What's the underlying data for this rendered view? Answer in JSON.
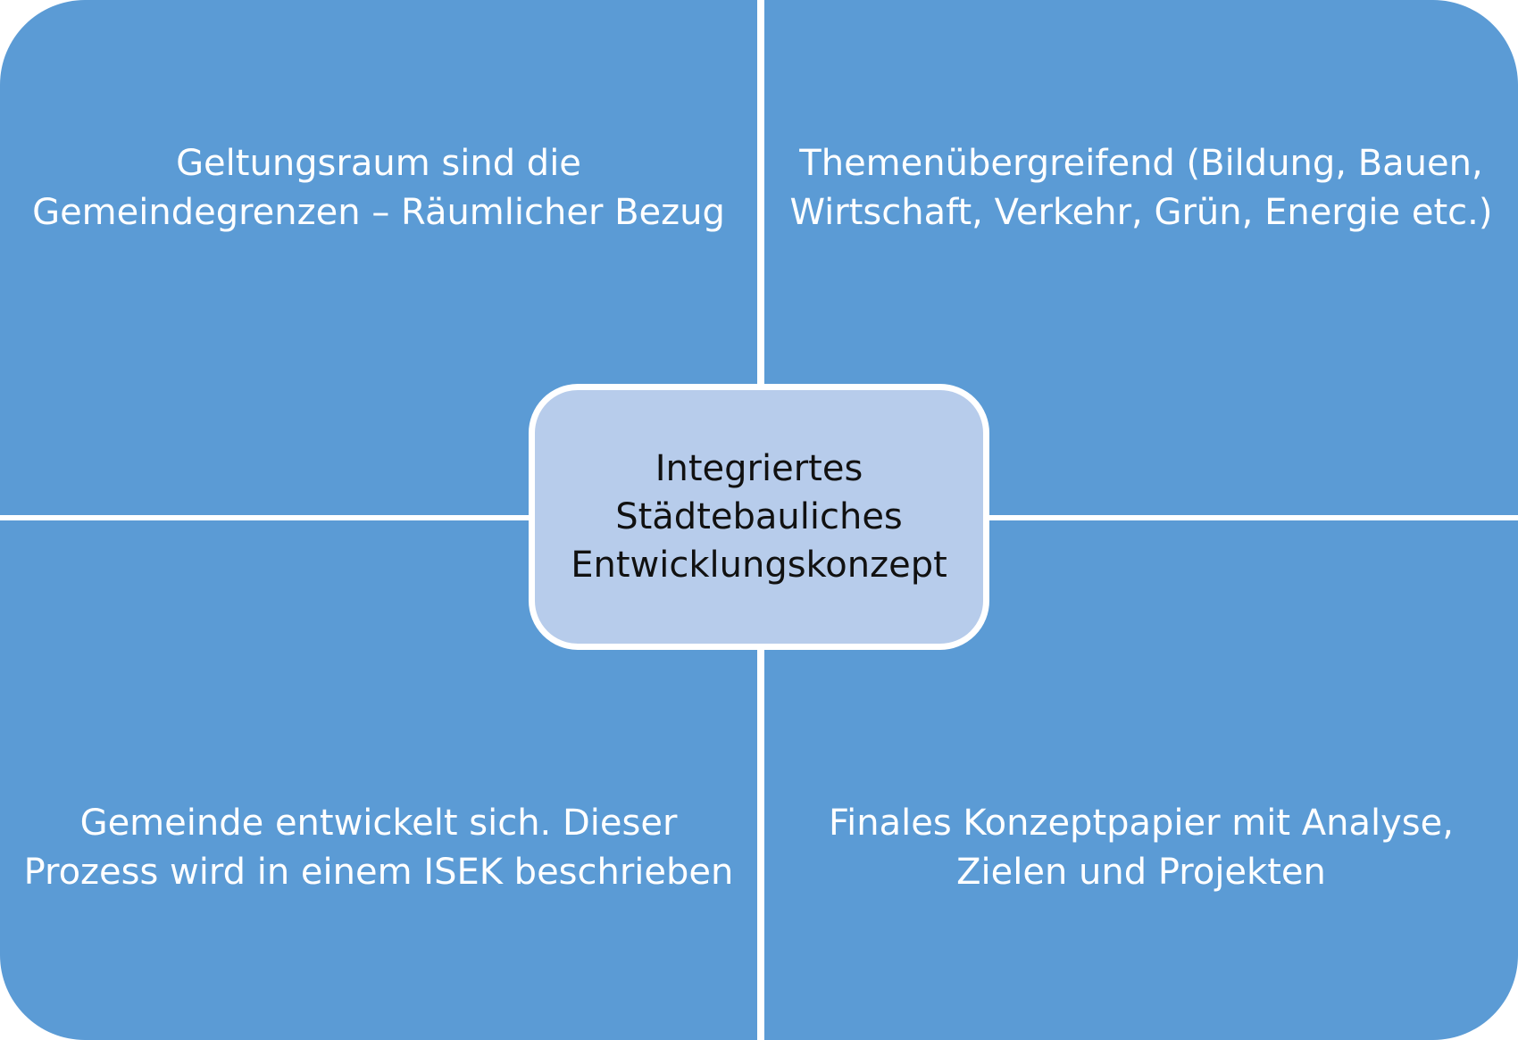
{
  "center": {
    "text": "Integriertes\nStädtebauliches\nEntwicklungskonzept"
  },
  "quadrants": {
    "top_left": "Geltungsraum sind die\nGemeindegrenzen – Räumlicher Bezug",
    "top_right": "Themenübergreifend (Bildung, Bauen,\nWirtschaft, Verkehr, Grün, Energie etc.)",
    "bottom_left": "Gemeinde entwickelt sich. Dieser\nProzess wird in einem ISEK beschrieben",
    "bottom_right": "Finales Konzeptpapier mit Analyse,\nZielen und Projekten"
  },
  "colors": {
    "quadrant_fill": "#5b9bd5",
    "center_fill": "#b7cceb",
    "quadrant_text": "#ffffff",
    "center_text": "#111111"
  }
}
